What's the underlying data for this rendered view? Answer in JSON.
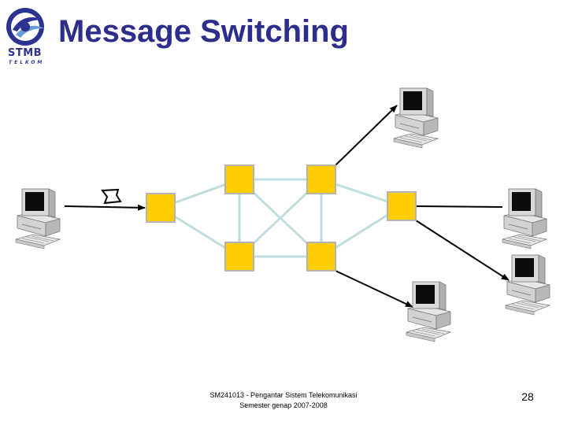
{
  "slide": {
    "title": "Message Switching",
    "logo": {
      "text": "STMB",
      "subtext": "TELKOM"
    },
    "footer": {
      "line1": "SM241013 - Pengantar Sistem Telekomunikasi",
      "line2": "Semester genap 2007-2008"
    },
    "page_number": "28"
  },
  "colors": {
    "title": "#2d2d8c",
    "node_fill": "#ffcc00",
    "node_border": "#b3b3b3",
    "mesh_link": "#bfdde0",
    "arrow": "#000000",
    "logo_blue": "#2d3390"
  },
  "diagram": {
    "nodes": [
      "ingress-switch",
      "top-left-switch",
      "top-right-switch",
      "bottom-left-switch",
      "bottom-right-switch",
      "egress-switch"
    ],
    "terminals": [
      "sender-computer",
      "receiver-top-computer",
      "receiver-right-computer",
      "receiver-lower-right-computer",
      "receiver-bottom-computer"
    ],
    "message_icon": "message-icon"
  }
}
